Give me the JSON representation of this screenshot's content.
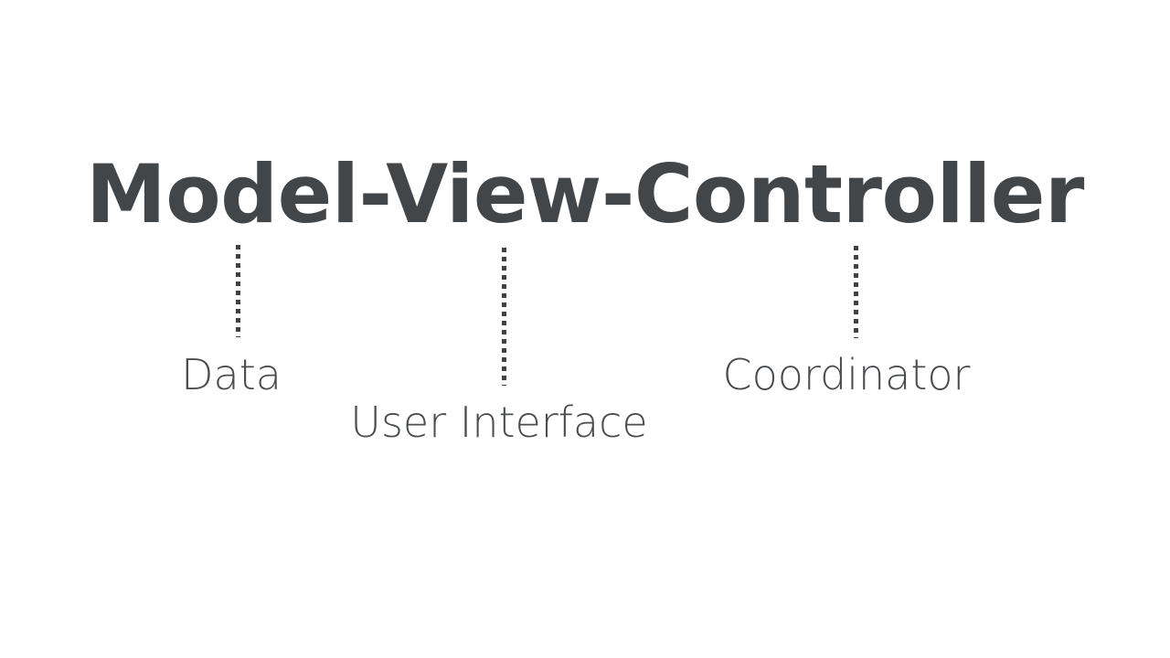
{
  "slide": {
    "background_color": "#ffffff",
    "title": "Model-View-Controller",
    "title_color": "#434649",
    "label_color": "#4a4d50",
    "connector_color": "#3f4245"
  },
  "diagram": {
    "type": "annotated-term-breakdown",
    "parts": [
      {
        "term": "Model",
        "label": "Data",
        "connector": "dotted-vertical-line"
      },
      {
        "term": "View",
        "label": "User Interface",
        "connector": "dotted-vertical-line"
      },
      {
        "term": "Controller",
        "label": "Coordinator",
        "connector": "dotted-vertical-line"
      }
    ]
  }
}
